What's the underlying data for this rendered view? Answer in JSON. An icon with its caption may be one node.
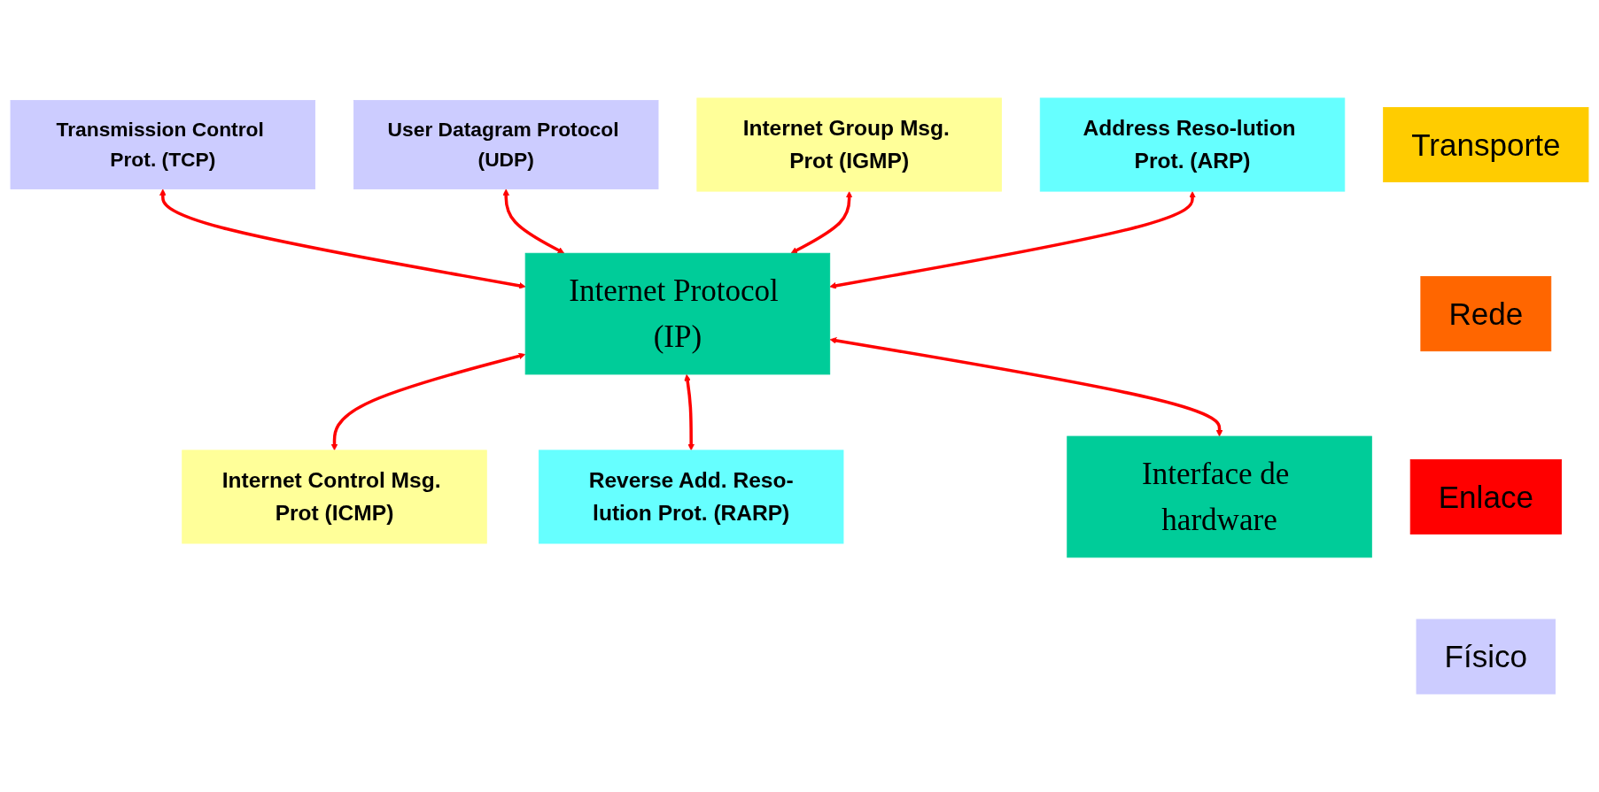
{
  "diagram": {
    "nodes": [
      {
        "text": [
          "Transporte"
        ]
      },
      {
        "text": [
          "Transmission Control Prot. (TCP)"
        ]
      },
      {
        "text": [
          "User Datagram Protocol (UDP)"
        ]
      },
      {
        "text": [
          "Rede"
        ]
      },
      {
        "text": [
          "Internet Group Msg. Prot (IGMP)"
        ]
      },
      {
        "text": [
          "Internet Protocol (IP)"
        ]
      },
      {
        "text": [
          "Internet Control Msg. Prot (ICMP)"
        ]
      },
      {
        "text": [
          "Address Reso-lution Prot. (ARP)"
        ]
      },
      {
        "text": [
          "Reverse Add. Reso-lution Prot. (RARP)"
        ]
      },
      {
        "text": [
          "Enlace"
        ]
      },
      {
        "text": [
          "Interface de hardware"
        ]
      },
      {
        "text": [
          "Físico"
        ]
      }
    ],
    "edges": [
      {
        "from": 1,
        "to": 5,
        "arrow": "both"
      },
      {
        "from": 2,
        "to": 5,
        "arrow": "both"
      },
      {
        "from": 4,
        "to": 5,
        "arrow": "both"
      },
      {
        "from": 5,
        "to": 6,
        "arrow": "both"
      },
      {
        "from": 7,
        "to": 5,
        "arrow": "both"
      },
      {
        "from": 5,
        "to": 8,
        "arrow": "both"
      },
      {
        "from": 5,
        "to": 10,
        "arrow": "both"
      }
    ]
  }
}
